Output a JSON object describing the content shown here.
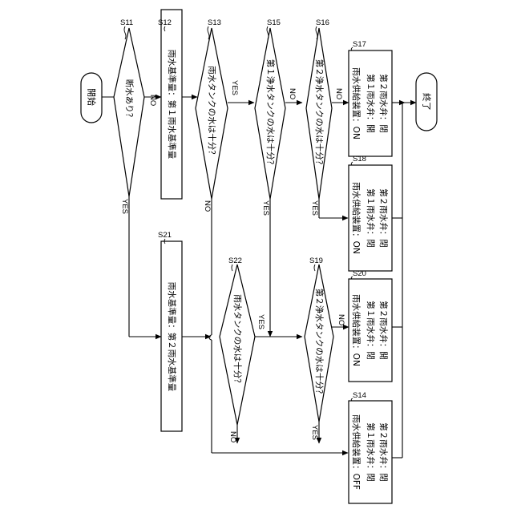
{
  "terminals": {
    "start": "開始",
    "end": "終了"
  },
  "decisions": {
    "s11": {
      "step": "S11",
      "text": "断水あり？"
    },
    "s13": {
      "step": "S13",
      "text": "雨水タンクの水は十分？"
    },
    "s15": {
      "step": "S15",
      "text": "第１浄水タンクの水は十分？"
    },
    "s16": {
      "step": "S16",
      "text": "第２浄水タンクの水は十分？"
    },
    "s22": {
      "step": "S22",
      "text": "雨水タンクの水は十分？"
    },
    "s19": {
      "step": "S19",
      "text": "第２浄水タンクの水は十分？"
    }
  },
  "processes": {
    "s12": {
      "step": "S12",
      "text": "雨水基準量：第１雨水基準量"
    },
    "s21": {
      "step": "S21",
      "text": "雨水基準量：第２雨水基準量"
    },
    "s17": {
      "step": "S17",
      "lines": [
        "雨水供給装置：ON",
        "第１雨水弁：開",
        "第２雨水弁：閉"
      ]
    },
    "s18": {
      "step": "S18",
      "lines": [
        "雨水供給装置：ON",
        "第１雨水弁：閉",
        "第２雨水弁：閉"
      ]
    },
    "s20": {
      "step": "S20",
      "lines": [
        "雨水供給装置：ON",
        "第１雨水弁：閉",
        "第２雨水弁：開"
      ]
    },
    "s14": {
      "step": "S14",
      "lines": [
        "雨水供給装置：OFF",
        "第１雨水弁：閉",
        "第２雨水弁：閉"
      ]
    }
  },
  "edge_labels": {
    "yes": "YES",
    "no": "NO"
  }
}
